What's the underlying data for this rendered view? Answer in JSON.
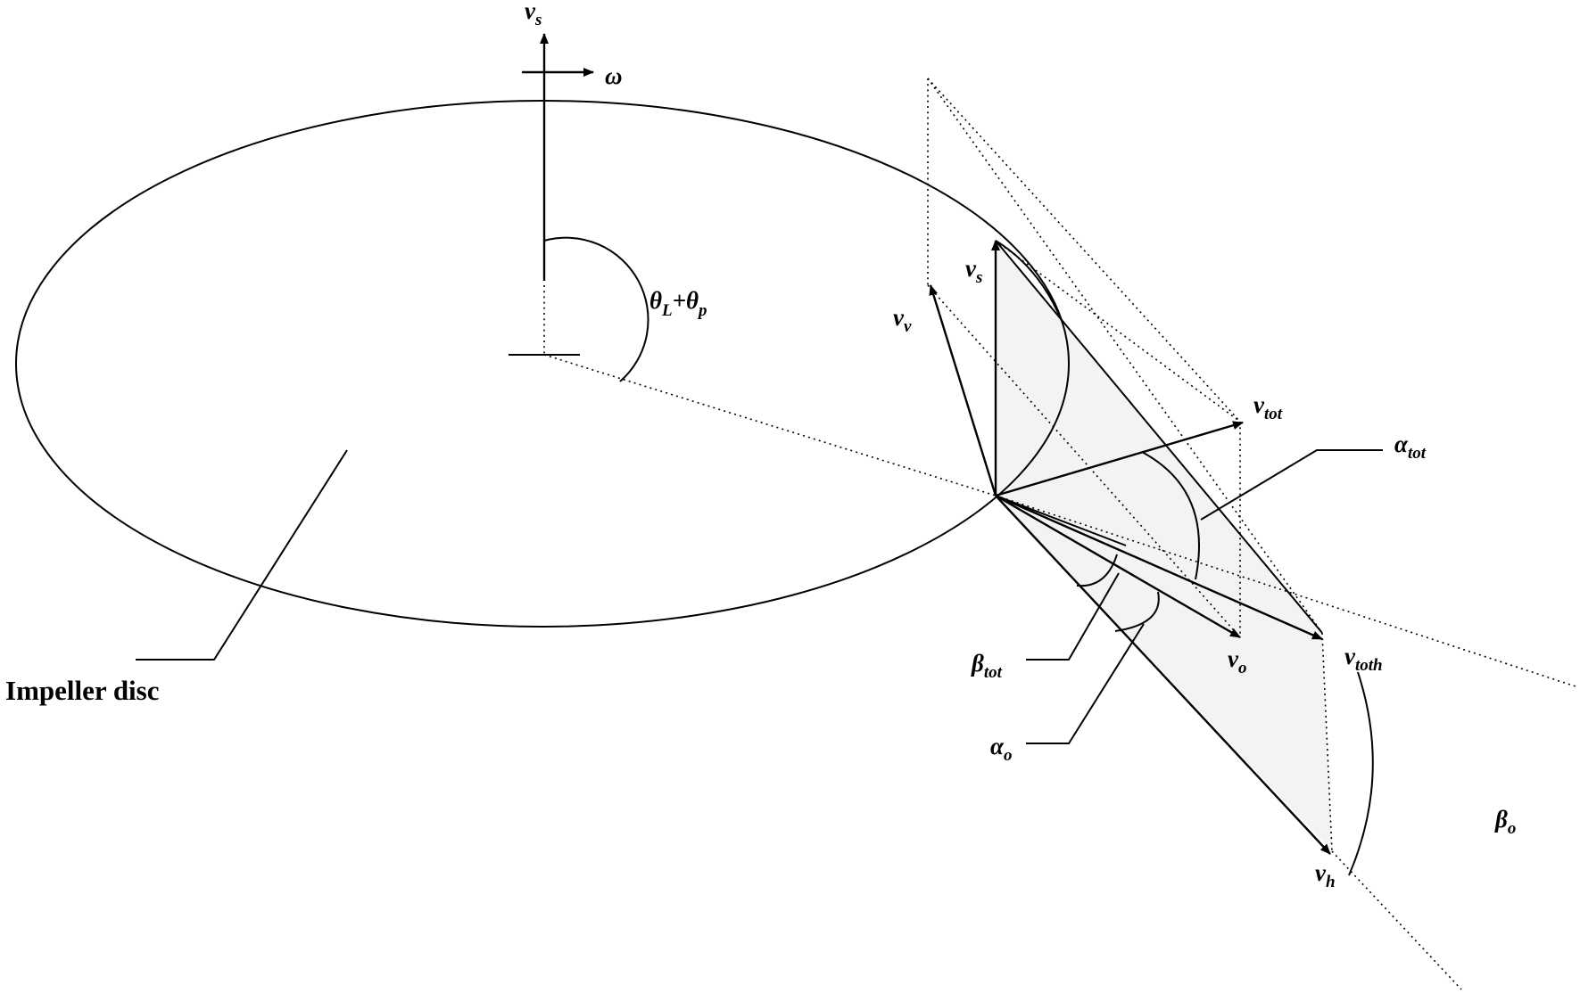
{
  "labels": {
    "vs_top": {
      "main": "v",
      "sub": "s"
    },
    "omega": "ω",
    "theta": {
      "a": "θ",
      "a_sub": "L",
      "plus": "+",
      "b": "θ",
      "b_sub": "p"
    },
    "vs_right": {
      "main": "v",
      "sub": "s"
    },
    "vv": {
      "main": "v",
      "sub": "v"
    },
    "vtot": {
      "main": "v",
      "sub": "tot"
    },
    "alpha_tot": {
      "main": "α",
      "sub": "tot"
    },
    "beta_tot": {
      "main": "β",
      "sub": "tot"
    },
    "vo": {
      "main": "v",
      "sub": "o"
    },
    "vtoth": {
      "main": "v",
      "sub": "toth"
    },
    "alpha_o": {
      "main": "α",
      "sub": "o"
    },
    "beta_o": {
      "main": "β",
      "sub": "o"
    },
    "vh": {
      "main": "v",
      "sub": "h"
    },
    "impeller": "Impeller disc"
  },
  "colors": {
    "stroke": "#000000",
    "shade": "#f3f3f3",
    "background": "#ffffff"
  }
}
